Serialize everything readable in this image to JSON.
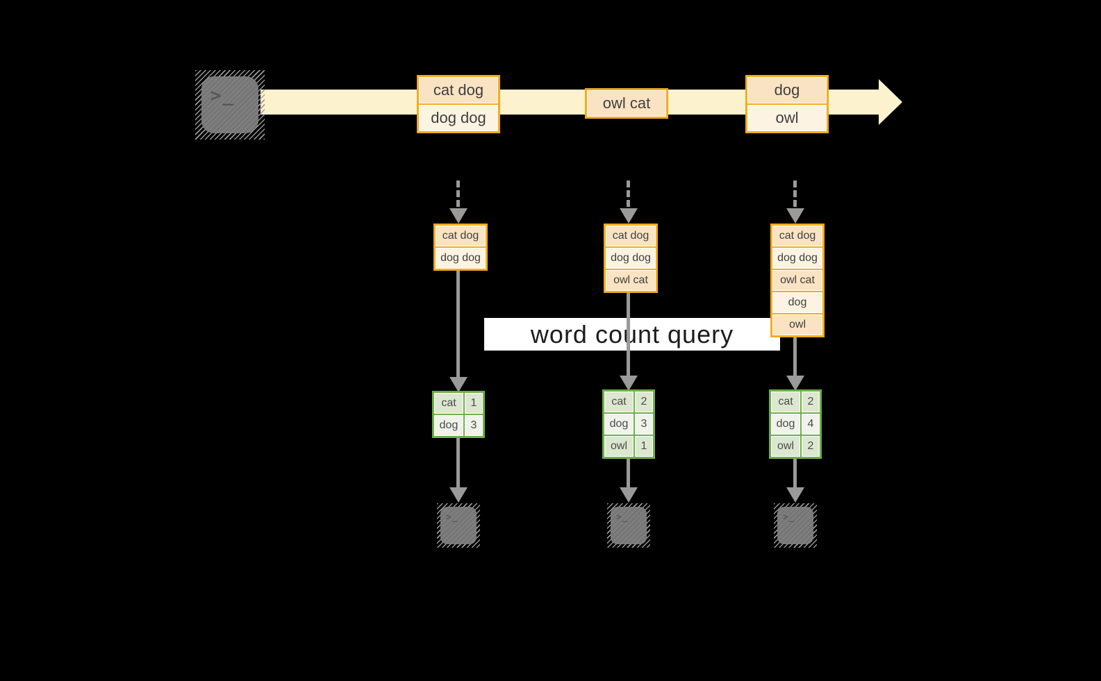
{
  "query_label": "word count query",
  "terminal_glyph": ">_",
  "stream_batches": [
    {
      "rows": [
        "cat dog",
        "dog dog"
      ]
    },
    {
      "rows": [
        "owl cat"
      ]
    },
    {
      "rows": [
        "dog",
        "owl"
      ]
    }
  ],
  "pipelines": [
    {
      "state_rows": [
        "cat dog",
        "dog dog"
      ],
      "counts": [
        {
          "word": "cat",
          "count": "1"
        },
        {
          "word": "dog",
          "count": "3"
        }
      ]
    },
    {
      "state_rows": [
        "cat dog",
        "dog dog",
        "owl cat"
      ],
      "counts": [
        {
          "word": "cat",
          "count": "2"
        },
        {
          "word": "dog",
          "count": "3"
        },
        {
          "word": "owl",
          "count": "1"
        }
      ]
    },
    {
      "state_rows": [
        "cat dog",
        "dog dog",
        "owl cat",
        "dog",
        "owl"
      ],
      "counts": [
        {
          "word": "cat",
          "count": "2"
        },
        {
          "word": "dog",
          "count": "4"
        },
        {
          "word": "owl",
          "count": "2"
        }
      ]
    }
  ],
  "colors": {
    "accent_orange": "#F2AC18",
    "fill_peach": "#FAE3C3",
    "fill_cream": "#FDF3E2",
    "stream_band": "#FCF2CE",
    "accent_green": "#70AD47",
    "fill_green_dark": "#DCE7D0",
    "fill_green_light": "#EFF3EA",
    "arrow_gray": "#9A9A9A",
    "terminal_gray": "#7E7E7E"
  }
}
